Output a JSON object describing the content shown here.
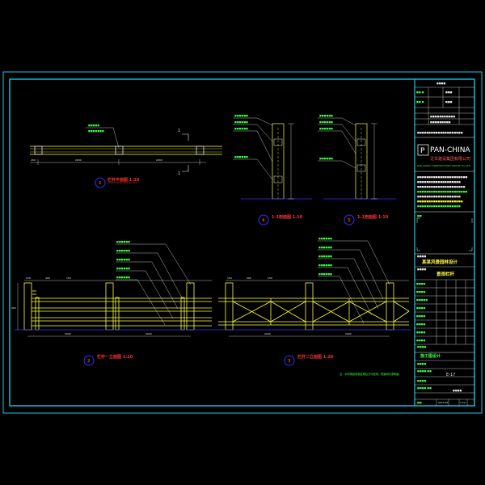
{
  "drawing": {
    "views": [
      {
        "id": "plan",
        "number": "1",
        "caption": "栏杆平面图 1:20"
      },
      {
        "id": "section-a",
        "number": "4",
        "caption": "1-1剖面图 1:10"
      },
      {
        "id": "section-b",
        "number": "5",
        "caption": "1-1剖面图 1:10"
      },
      {
        "id": "elev-1",
        "number": "2",
        "caption": "栏杆一立面图 1:20"
      },
      {
        "id": "elev-2",
        "number": "3",
        "caption": "栏杆二立面图 1:20"
      }
    ],
    "cut_marks": {
      "top": "1",
      "bottom": "1"
    },
    "plan_dims": [
      "200",
      "2000",
      "2000"
    ],
    "elev1_dims": [
      "150",
      "400",
      "150",
      "2000",
      "2000"
    ],
    "elev1_height": "900",
    "elev2_dims": [
      "150",
      "400",
      "150",
      "2000",
      "2000"
    ],
    "note": "注：木材需经防腐处理后方可使用，表面刷清漆两遍。"
  },
  "title_block": {
    "logo_mark": "P",
    "company_en": "PAN-CHINA",
    "company_cn": "泛华建设集团有限公司",
    "company_sub": "PAN-CHINA CONSTRUCTION GROUP CO.,LTD",
    "project": "某某风景园林设计",
    "drawing_name": "景观栏杆",
    "stage": "施工图设计",
    "drawing_no": "E-17",
    "scale": "1:20",
    "date": "2010.04"
  },
  "colors": {
    "background": "#000000",
    "frame": "#18c8e8",
    "structure": "#ffff40",
    "leaders": "#e8e8e8",
    "labels": "#39ff39",
    "caption": "#ff3030",
    "circle": "#3030ff"
  }
}
